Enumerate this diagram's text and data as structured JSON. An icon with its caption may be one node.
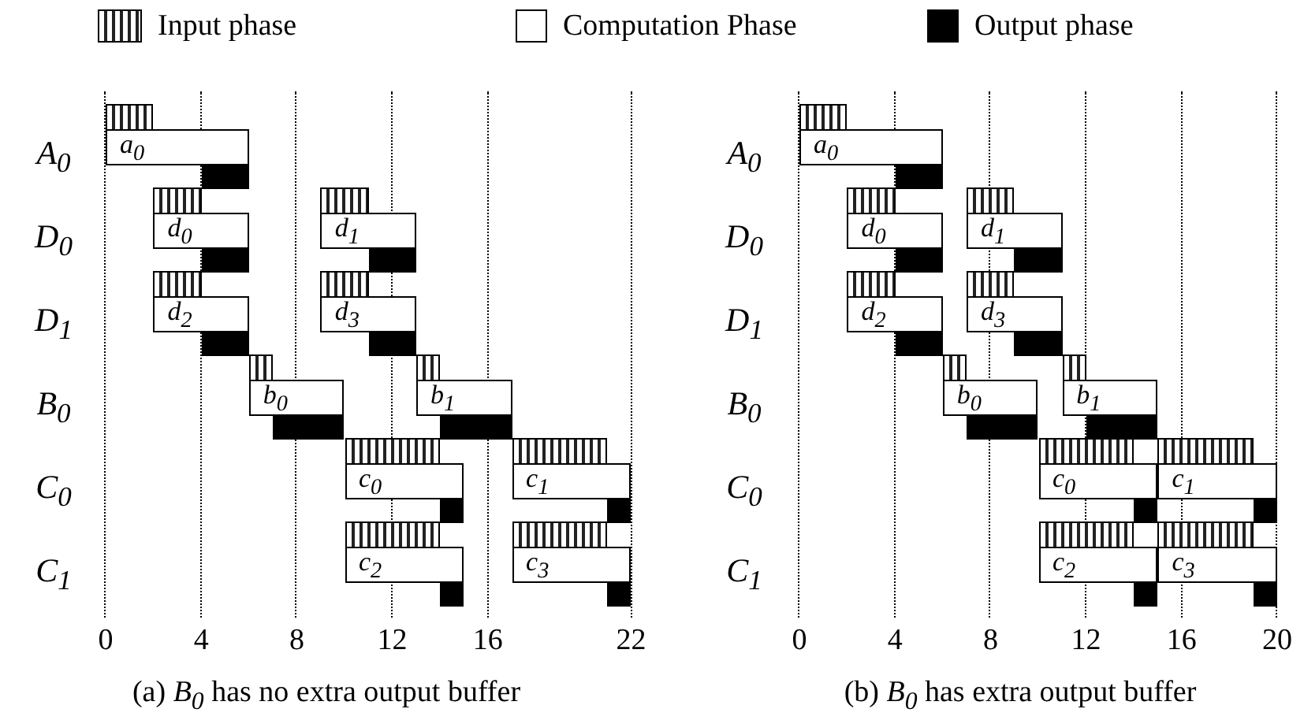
{
  "diagram": {
    "nodes": [
      {
        "text": [
          "a$_{0}$"
        ]
      },
      {
        "text": [
          "d$_{0}$"
        ]
      },
      {
        "text": [
          "d$_{1}$"
        ]
      },
      {
        "text": [
          "d$_{2}$"
        ]
      },
      {
        "text": [
          "d$_{3}$"
        ]
      },
      {
        "text": [
          "b$_{0}$"
        ]
      },
      {
        "text": [
          "b$_{1}$"
        ]
      },
      {
        "text": [
          "c$_{0}$"
        ]
      },
      {
        "text": [
          "c$_{1}$"
        ]
      },
      {
        "text": [
          "c$_{2}$"
        ]
      },
      {
        "text": [
          "c$_{3}$"
        ]
      },
      {
        "text": [
          "a$_{0}$"
        ]
      },
      {
        "text": [
          "d$_{0}$"
        ]
      },
      {
        "text": [
          "d$_{1}$"
        ]
      },
      {
        "text": [
          "d$_{2}$"
        ]
      },
      {
        "text": [
          "d$_{3}$"
        ]
      },
      {
        "text": [
          "b$_{0}$"
        ]
      },
      {
        "text": [
          "b$_{1}$"
        ]
      },
      {
        "text": [
          "c$_{0}$"
        ]
      },
      {
        "text": [
          "c$_{1}$"
        ]
      },
      {
        "text": [
          "c$_{2}$"
        ]
      },
      {
        "text": [
          "c$_{3}$"
        ]
      }
    ],
    "edges": [],
    "labels": [
      "A$_{0}$",
      "D$_{0}$",
      "D$_{1}$",
      "B$_{0}$",
      "C$_{0}$",
      "C$_{1}$",
      "0",
      "4",
      "8",
      "12",
      "16",
      "22",
      "(a) *B$_{0}$* has no extra output buffer",
      "A$_{0}$",
      "D$_{0}$",
      "D$_{1}$",
      "B$_{0}$",
      "C$_{0}$",
      "C$_{1}$",
      "0",
      "4",
      "8",
      "12",
      "16",
      "20",
      "(b) *B$_{0}$* has extra output buffer"
    ],
    "legend": [
      {
        "text": "Input phase"
      },
      {
        "text": "Computation Phase",
        "color": "#ffffff"
      },
      {
        "text": "Output phase",
        "color": "#000000"
      }
    ]
  }
}
